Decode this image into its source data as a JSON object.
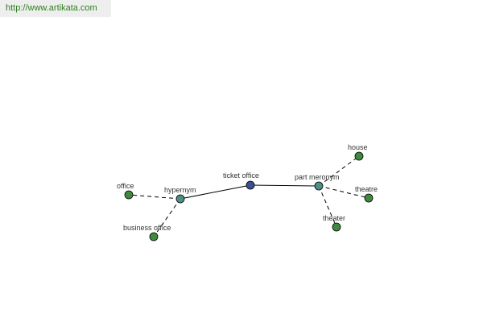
{
  "source": {
    "url_text": "http://www.artikata.com"
  },
  "graph": {
    "nodes": {
      "ticket_office": {
        "label": "ticket office",
        "color": "#3b4f96"
      },
      "hypernym": {
        "label": "hypernym",
        "color": "#4f8e86"
      },
      "part_meronym": {
        "label": "part meronym",
        "color": "#4f8e86"
      },
      "office": {
        "label": "office",
        "color": "#3f8a3f"
      },
      "business_office": {
        "label": "business office",
        "color": "#3f8a3f"
      },
      "house": {
        "label": "house",
        "color": "#3f8a3f"
      },
      "theatre": {
        "label": "theatre",
        "color": "#3f8a3f"
      },
      "theater": {
        "label": "theater",
        "color": "#3f8a3f"
      }
    },
    "edges": [
      {
        "from": "ticket_office",
        "to": "hypernym",
        "style": "solid"
      },
      {
        "from": "ticket_office",
        "to": "part_meronym",
        "style": "solid"
      },
      {
        "from": "hypernym",
        "to": "office",
        "style": "dashed"
      },
      {
        "from": "hypernym",
        "to": "business_office",
        "style": "dashed"
      },
      {
        "from": "part_meronym",
        "to": "house",
        "style": "dashed"
      },
      {
        "from": "part_meronym",
        "to": "theatre",
        "style": "dashed"
      },
      {
        "from": "part_meronym",
        "to": "theater",
        "style": "dashed"
      }
    ]
  }
}
